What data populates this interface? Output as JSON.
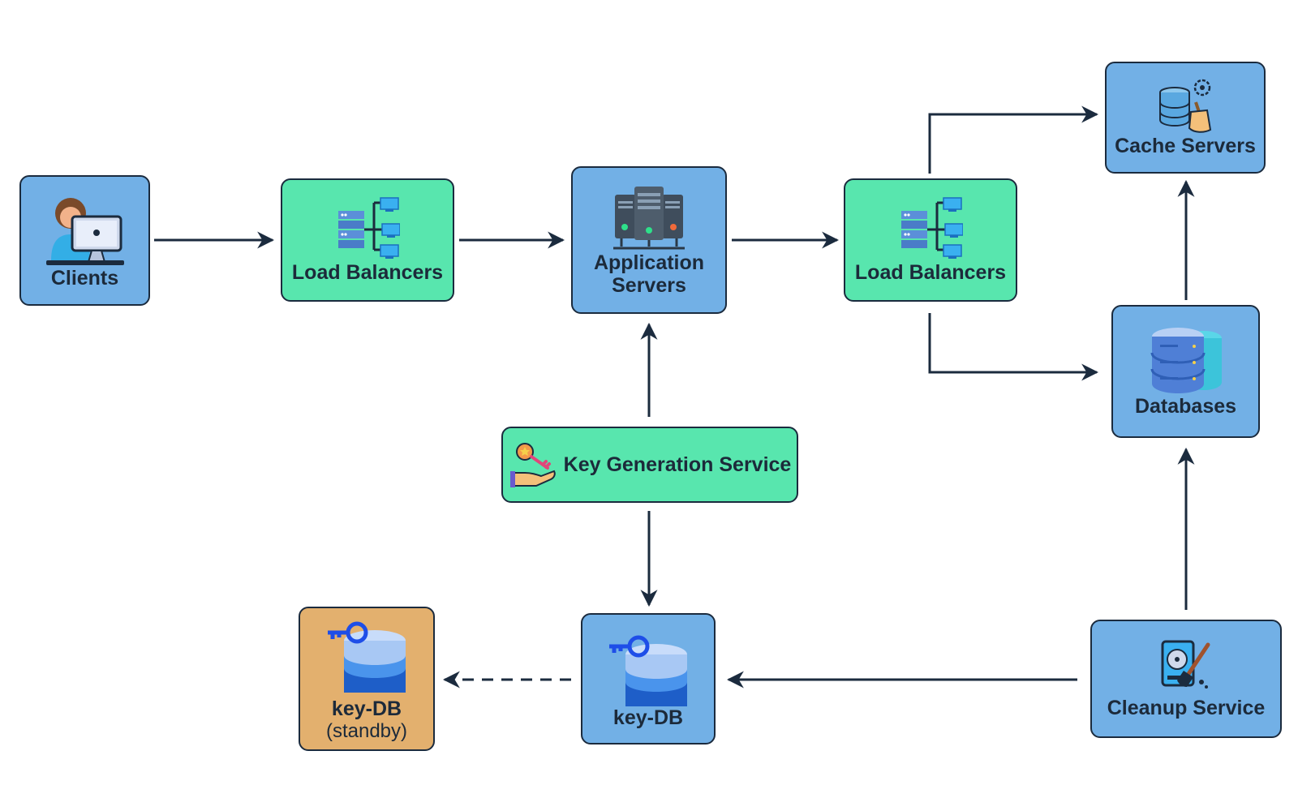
{
  "nodes": {
    "clients": {
      "label": "Clients"
    },
    "lb_left": {
      "label": "Load Balancers"
    },
    "app_servers": {
      "label_line1": "Application",
      "label_line2": "Servers"
    },
    "lb_right": {
      "label": "Load Balancers"
    },
    "cache_servers": {
      "label": "Cache Servers"
    },
    "databases": {
      "label": "Databases"
    },
    "kgs": {
      "label": "Key Generation Service"
    },
    "key_db": {
      "label": "key-DB"
    },
    "key_db_standby": {
      "label": "key-DB",
      "sublabel": "(standby)"
    },
    "cleanup": {
      "label": "Cleanup Service"
    }
  },
  "connections": [
    {
      "from": "Clients",
      "to": "Load Balancers",
      "style": "solid"
    },
    {
      "from": "Load Balancers",
      "to": "Application Servers",
      "style": "solid"
    },
    {
      "from": "Application Servers",
      "to": "Load Balancers",
      "style": "solid"
    },
    {
      "from": "Load Balancers",
      "to": "Cache Servers",
      "style": "solid"
    },
    {
      "from": "Load Balancers",
      "to": "Databases",
      "style": "solid"
    },
    {
      "from": "Databases",
      "to": "Cache Servers",
      "style": "solid"
    },
    {
      "from": "Key Generation Service",
      "to": "Application Servers",
      "style": "solid"
    },
    {
      "from": "Key Generation Service",
      "to": "key-DB",
      "style": "solid"
    },
    {
      "from": "key-DB",
      "to": "key-DB (standby)",
      "style": "dashed"
    },
    {
      "from": "Cleanup Service",
      "to": "key-DB",
      "style": "solid"
    },
    {
      "from": "Cleanup Service",
      "to": "Databases",
      "style": "solid"
    }
  ],
  "colors": {
    "blue_node": "#72b0e6",
    "green_node": "#58e6ae",
    "standby_node": "#e3b06e",
    "border": "#1b2b3e",
    "arrow": "#1b2b3e"
  },
  "icons": {
    "clients": "user-at-computer-icon",
    "load_balancer": "load-balancer-icon",
    "app_servers": "server-rack-icon",
    "cache_servers": "database-brush-icon",
    "databases": "database-stack-icon",
    "kgs": "hand-with-key-icon",
    "key_db": "key-database-icon",
    "cleanup": "hard-drive-brush-icon"
  }
}
